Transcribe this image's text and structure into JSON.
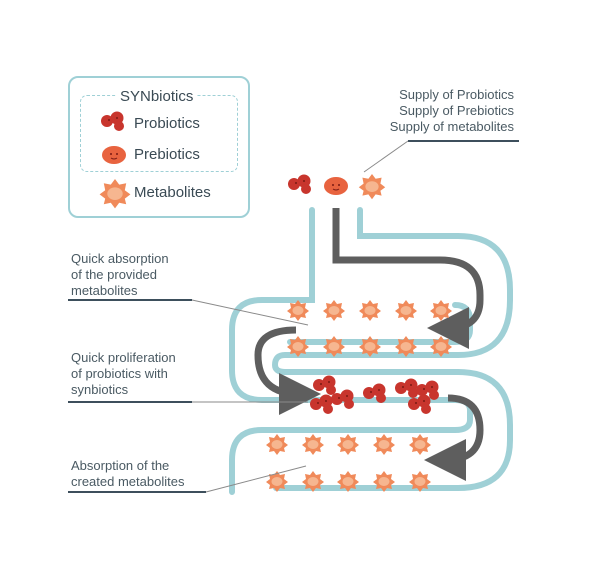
{
  "legend": {
    "title": "SYNbiotics",
    "probiotics": "Probiotics",
    "prebiotics": "Prebiotics",
    "metabolites": "Metabolites"
  },
  "supply": {
    "line1": "Supply of Probiotics",
    "line2": "Supply of Prebiotics",
    "line3": "Supply of metabolites"
  },
  "callouts": {
    "absorption_provided": [
      "Quick absorption",
      "of the provided",
      "metabolites"
    ],
    "proliferation": [
      "Quick proliferation",
      "of probiotics with",
      "synbiotics"
    ],
    "absorption_created": [
      "Absorption of the",
      "created metabolites"
    ]
  },
  "colors": {
    "tube": "#9fd0d6",
    "arrow": "#5e5e5e",
    "probiotic": "#c8352d",
    "prebiotic": "#e8633f",
    "metabolite": "#f08a5a",
    "leader": "#3d4f5c"
  }
}
